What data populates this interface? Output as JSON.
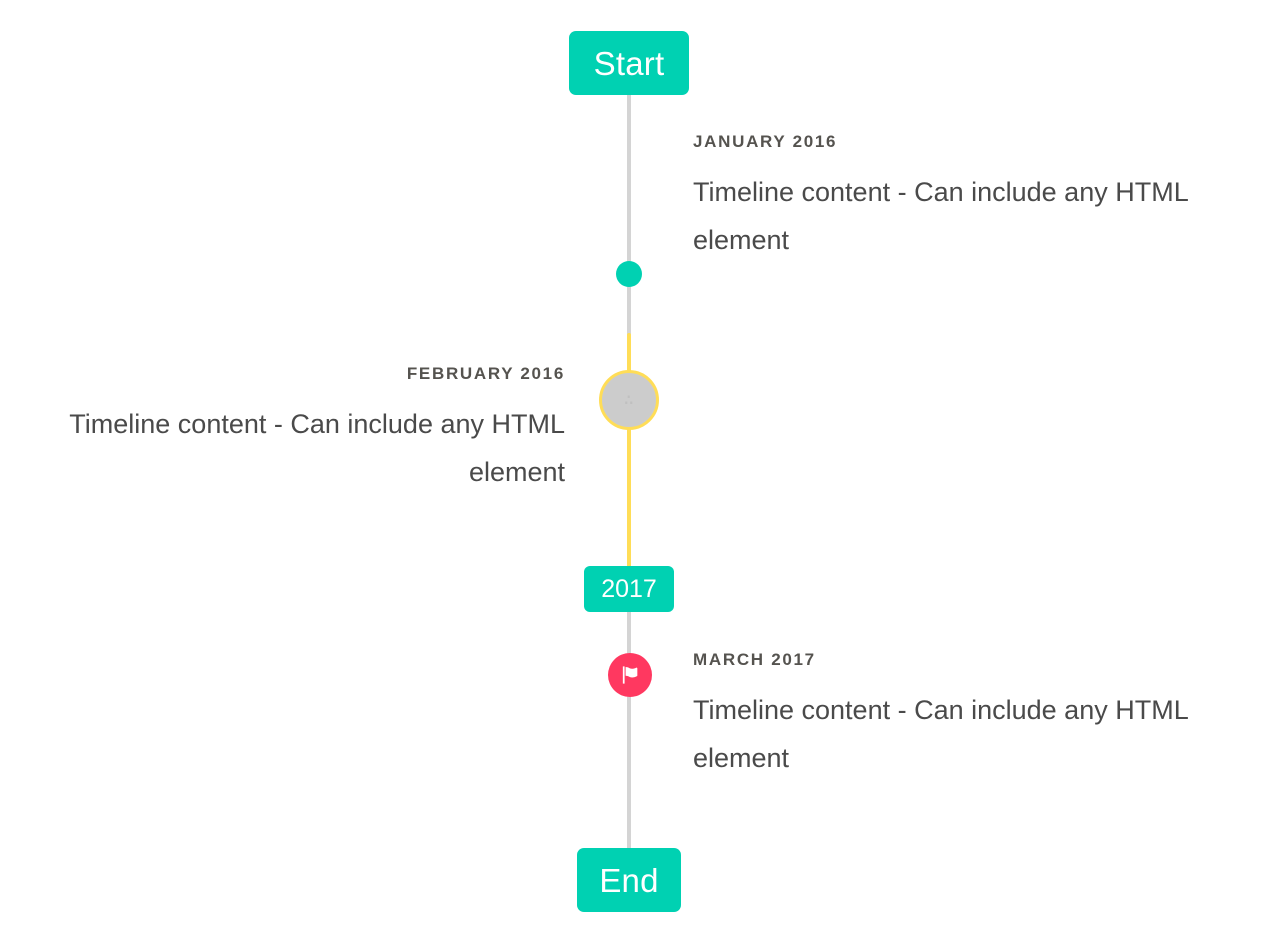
{
  "timeline": {
    "start_label": "Start",
    "end_label": "End",
    "period_label": "2017",
    "colors": {
      "accent": "#00d1b2",
      "line": "#d4d4d4",
      "line_highlight": "#ffdd57",
      "marker_danger": "#ff3860",
      "marker_muted": "#cccccc",
      "heading_text": "#55534f",
      "body_text": "#4a4a4a",
      "background": "#ffffff"
    },
    "items": [
      {
        "side": "right",
        "heading": "JANUARY 2016",
        "body": "Timeline content - Can include any HTML element",
        "marker": "dot-marker",
        "marker_color": "#00d1b2"
      },
      {
        "side": "left",
        "heading": "FEBRUARY 2016",
        "body": "Timeline content - Can include any HTML element",
        "marker": "placeholder-glyph-marker",
        "marker_color": "#cccccc",
        "marker_ring_color": "#ffdd57",
        "marker_glyph": "∴"
      },
      {
        "side": "right",
        "heading": "MARCH 2017",
        "body": "Timeline content - Can include any HTML element",
        "marker": "flag-icon",
        "marker_color": "#ff3860"
      }
    ]
  }
}
